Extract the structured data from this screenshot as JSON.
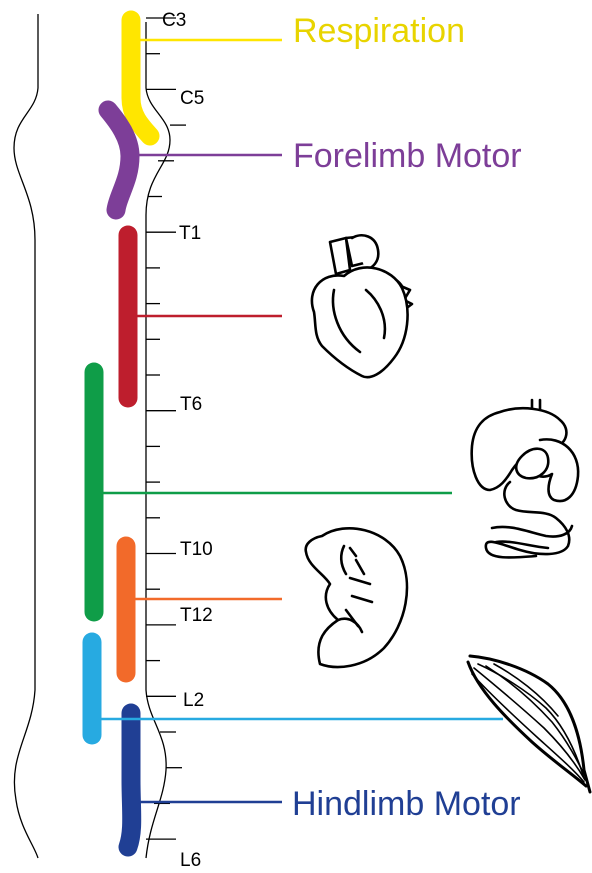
{
  "segment_labels": {
    "c3": "C3",
    "c5": "C5",
    "t1": "T1",
    "t6": "T6",
    "t10": "T10",
    "t12": "T12",
    "l2": "L2",
    "l6": "L6"
  },
  "function_labels": {
    "respiration": "Respiration",
    "forelimb_motor": "Forelimb Motor",
    "hindlimb_motor": "Hindlimb Motor"
  },
  "colors": {
    "respiration": "#ffe600",
    "forelimb_motor": "#7d3e98",
    "heart": "#be1e2d",
    "digestive": "#0f9d48",
    "kidney": "#f26a2a",
    "muscle": "#27aae1",
    "hindlimb_motor": "#203f94",
    "respiration_text": "#e8d400",
    "forelimb_text": "#7d3e98",
    "hindlimb_text": "#203f94"
  },
  "icons": [
    "heart-icon",
    "digestive-tract-icon",
    "kidney-icon",
    "muscle-icon"
  ]
}
